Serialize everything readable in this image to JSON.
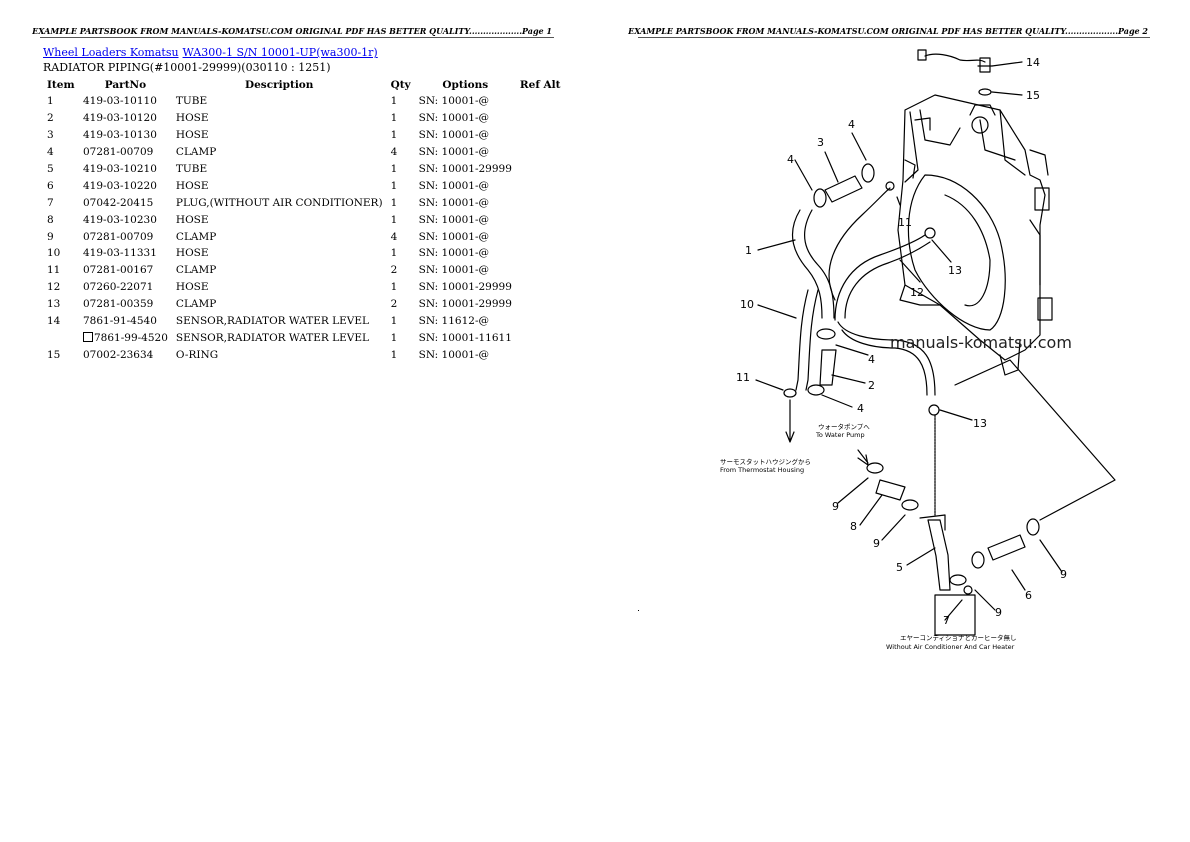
{
  "header": {
    "page1": "EXAMPLE PARTSBOOK FROM MANUALS-KOMATSU.COM ORIGINAL PDF HAS BETTER QUALITY...................Page 1",
    "page2": "EXAMPLE PARTSBOOK FROM MANUALS-KOMATSU.COM ORIGINAL PDF HAS BETTER QUALITY...................Page 2"
  },
  "breadcrumb": {
    "link1": "Wheel Loaders Komatsu",
    "link2": "WA300-1 S/N 10001-UP(wa300-1r)"
  },
  "subtitle": "RADIATOR PIPING(#10001-29999)(030110 : 1251)",
  "table": {
    "headers": [
      "Item",
      "PartNo",
      "Description",
      "Qty",
      "Options",
      "Ref Alt"
    ],
    "rows": [
      {
        "item": "1",
        "part": "419-03-10110",
        "desc": "TUBE",
        "qty": "1",
        "opt": "SN: 10001-@",
        "ref": ""
      },
      {
        "item": "2",
        "part": "419-03-10120",
        "desc": "HOSE",
        "qty": "1",
        "opt": "SN: 10001-@",
        "ref": ""
      },
      {
        "item": "3",
        "part": "419-03-10130",
        "desc": "HOSE",
        "qty": "1",
        "opt": "SN: 10001-@",
        "ref": ""
      },
      {
        "item": "4",
        "part": "07281-00709",
        "desc": "CLAMP",
        "qty": "4",
        "opt": "SN: 10001-@",
        "ref": ""
      },
      {
        "item": "5",
        "part": "419-03-10210",
        "desc": "TUBE",
        "qty": "1",
        "opt": "SN: 10001-29999",
        "ref": ""
      },
      {
        "item": "6",
        "part": "419-03-10220",
        "desc": "HOSE",
        "qty": "1",
        "opt": "SN: 10001-@",
        "ref": ""
      },
      {
        "item": "7",
        "part": "07042-20415",
        "desc": "PLUG,(WITHOUT AIR CONDITIONER)",
        "qty": "1",
        "opt": "SN: 10001-@",
        "ref": ""
      },
      {
        "item": "8",
        "part": "419-03-10230",
        "desc": "HOSE",
        "qty": "1",
        "opt": "SN: 10001-@",
        "ref": ""
      },
      {
        "item": "9",
        "part": "07281-00709",
        "desc": "CLAMP",
        "qty": "4",
        "opt": "SN: 10001-@",
        "ref": ""
      },
      {
        "item": "10",
        "part": "419-03-11331",
        "desc": "HOSE",
        "qty": "1",
        "opt": "SN: 10001-@",
        "ref": ""
      },
      {
        "item": "11",
        "part": "07281-00167",
        "desc": "CLAMP",
        "qty": "2",
        "opt": "SN: 10001-@",
        "ref": ""
      },
      {
        "item": "12",
        "part": "07260-22071",
        "desc": "HOSE",
        "qty": "1",
        "opt": "SN: 10001-29999",
        "ref": ""
      },
      {
        "item": "13",
        "part": "07281-00359",
        "desc": "CLAMP",
        "qty": "2",
        "opt": "SN: 10001-29999",
        "ref": ""
      },
      {
        "item": "14",
        "part": "7861-91-4540",
        "desc": "SENSOR,RADIATOR WATER LEVEL",
        "qty": "1",
        "opt": "SN: 11612-@",
        "ref": ""
      },
      {
        "item": "",
        "part": "7861-99-4520",
        "desc": "SENSOR,RADIATOR WATER LEVEL",
        "qty": "1",
        "opt": "SN: 10001-11611",
        "ref": "",
        "alt": true
      },
      {
        "item": "15",
        "part": "07002-23634",
        "desc": "O-RING",
        "qty": "1",
        "opt": "SN: 10001-@",
        "ref": ""
      }
    ]
  },
  "diagram": {
    "watermark": "manuals-komatsu.com",
    "callouts": [
      "14",
      "15",
      "3",
      "4",
      "4",
      "11",
      "1",
      "13",
      "12",
      "10",
      "4",
      "2",
      "11",
      "4",
      "13",
      "9",
      "8",
      "9",
      "5",
      "9",
      "6",
      "9",
      "7"
    ],
    "notes": {
      "water_pump_jp": "ウォータポンプへ",
      "water_pump_en": "To Water Pump",
      "thermostat_jp": "サーモスタットハウジングから",
      "thermostat_en": "From Thermostat Housing",
      "aircon_jp": "エヤーコンディショナとカーヒータ無し",
      "aircon_en": "Without Air Conditioner And Car Heater"
    }
  }
}
